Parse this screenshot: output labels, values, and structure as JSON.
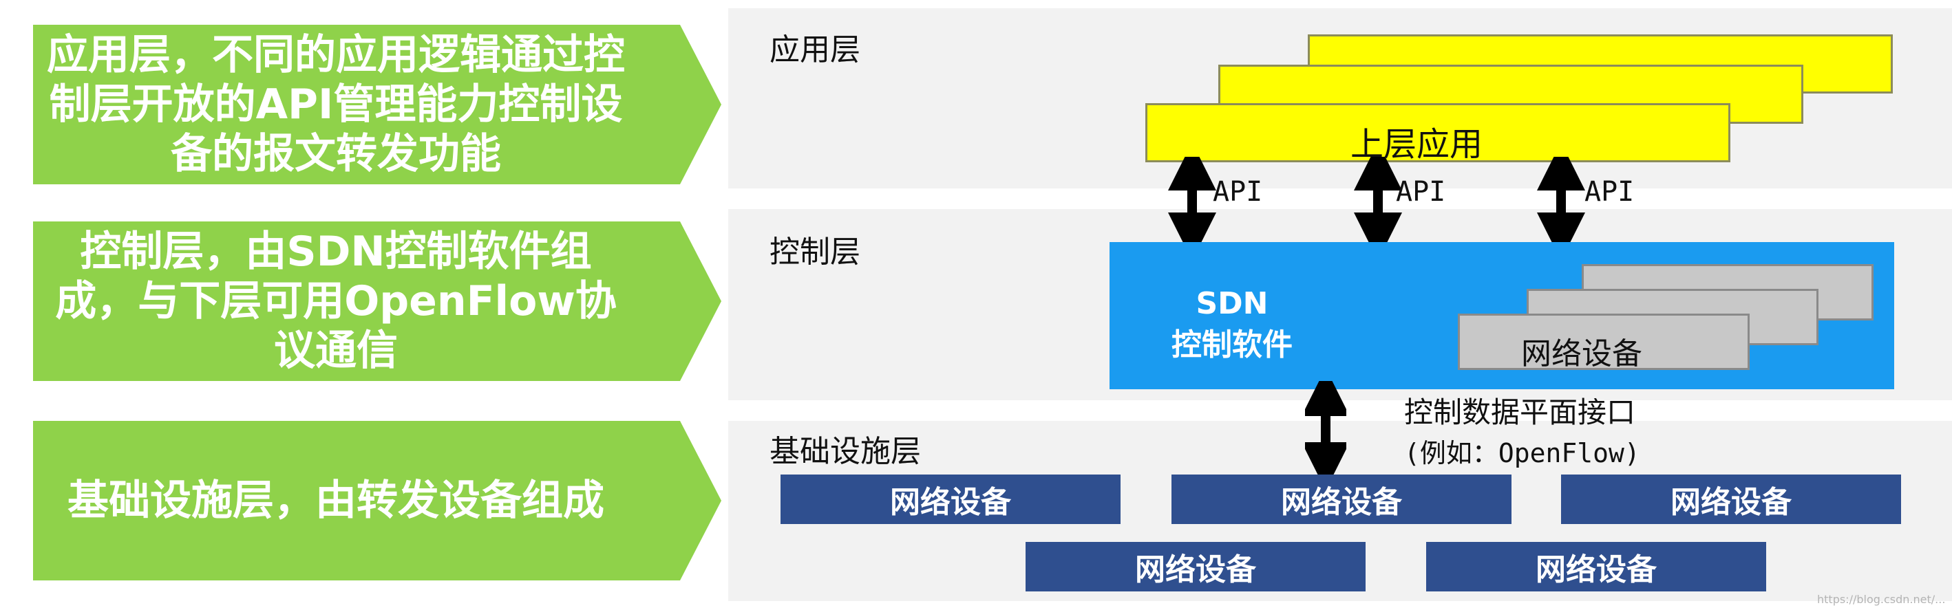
{
  "left_arrows": [
    {
      "text": "应用层，不同的应用逻辑通过控制层开放的API管理能力控制设备的报文转发功能"
    },
    {
      "text": "控制层，由SDN控制软件组成，与下层可用OpenFlow协议通信"
    },
    {
      "text": "基础设施层，由转发设备组成"
    }
  ],
  "layers": {
    "application": {
      "label": "应用层",
      "app_label": "上层应用"
    },
    "control": {
      "label": "控制层",
      "controller_label_1": "SDN",
      "controller_label_2": "控制软件",
      "device_label": "网络设备"
    },
    "infrastructure": {
      "label": "基础设施层"
    }
  },
  "api_labels": [
    "API",
    "API",
    "API"
  ],
  "interface": {
    "line1": "控制数据平面接口",
    "line2": "(例如：OpenFlow)"
  },
  "devices": [
    "网络设备",
    "网络设备",
    "网络设备",
    "网络设备",
    "网络设备"
  ],
  "colors": {
    "arrow_green": "#8fd24a",
    "app_yellow": "#ffff00",
    "controller_blue": "#1a9bf0",
    "device_navy": "#2f4f8f",
    "band_gray": "#f2f2f2"
  },
  "watermark": "https://blog.csdn.net/..."
}
